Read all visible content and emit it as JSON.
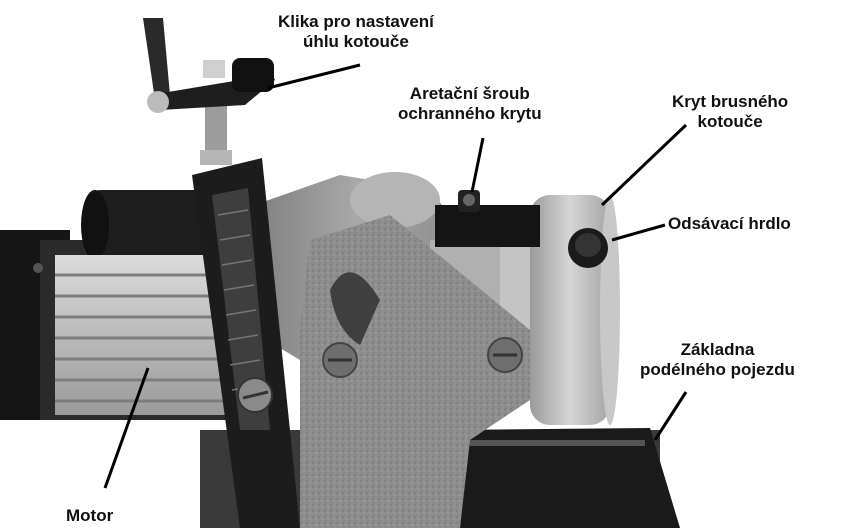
{
  "callouts": {
    "klika": {
      "line1": "Klika pro nastavení",
      "line2": "úhlu kotouče"
    },
    "aretacni": {
      "line1": "Aretační šroub",
      "line2": "ochranného krytu"
    },
    "kryt": {
      "line1": "Kryt brusného",
      "line2": "kotouče"
    },
    "odsavaci": {
      "line1": "Odsávací hrdlo"
    },
    "zakladna": {
      "line1": "Základna",
      "line2": "podélného pojezdu"
    },
    "motor": {
      "line1": "Motor"
    }
  }
}
